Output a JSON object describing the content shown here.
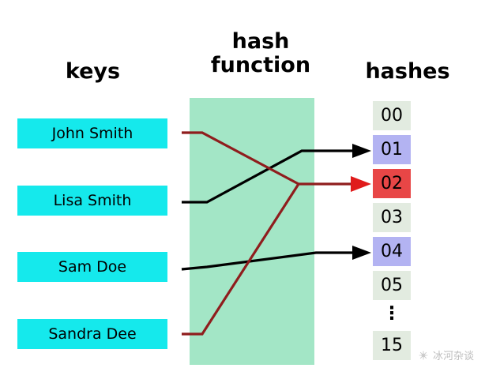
{
  "headings": {
    "keys": "keys",
    "hash_function": "hash\nfunction",
    "hashes": "hashes"
  },
  "keys": [
    {
      "label": "John Smith"
    },
    {
      "label": "Lisa Smith"
    },
    {
      "label": "Sam Doe"
    },
    {
      "label": "Sandra Dee"
    }
  ],
  "hash_slots": [
    {
      "label": "00",
      "state": "empty"
    },
    {
      "label": "01",
      "state": "filled"
    },
    {
      "label": "02",
      "state": "collision"
    },
    {
      "label": "03",
      "state": "empty"
    },
    {
      "label": "04",
      "state": "filled"
    },
    {
      "label": "05",
      "state": "empty"
    },
    {
      "label": "15",
      "state": "empty"
    }
  ],
  "ellipsis": "⋮",
  "mappings": [
    {
      "from": "John Smith",
      "to": "02",
      "color": "red"
    },
    {
      "from": "Lisa Smith",
      "to": "01",
      "color": "black"
    },
    {
      "from": "Sam Doe",
      "to": "04",
      "color": "black"
    },
    {
      "from": "Sandra Dee",
      "to": "02",
      "color": "red"
    }
  ],
  "watermark": {
    "text": "冰河杂谈"
  },
  "colors": {
    "key_box": "#15e9ec",
    "hash_function_panel": "#a3e6c6",
    "slot_empty": "#e2ebe0",
    "slot_filled": "#b3b3f2",
    "slot_collision": "#e84646",
    "arrow_black": "#000000",
    "arrow_red": "#8f1d1d",
    "arrowhead_red": "#e01b1b"
  }
}
